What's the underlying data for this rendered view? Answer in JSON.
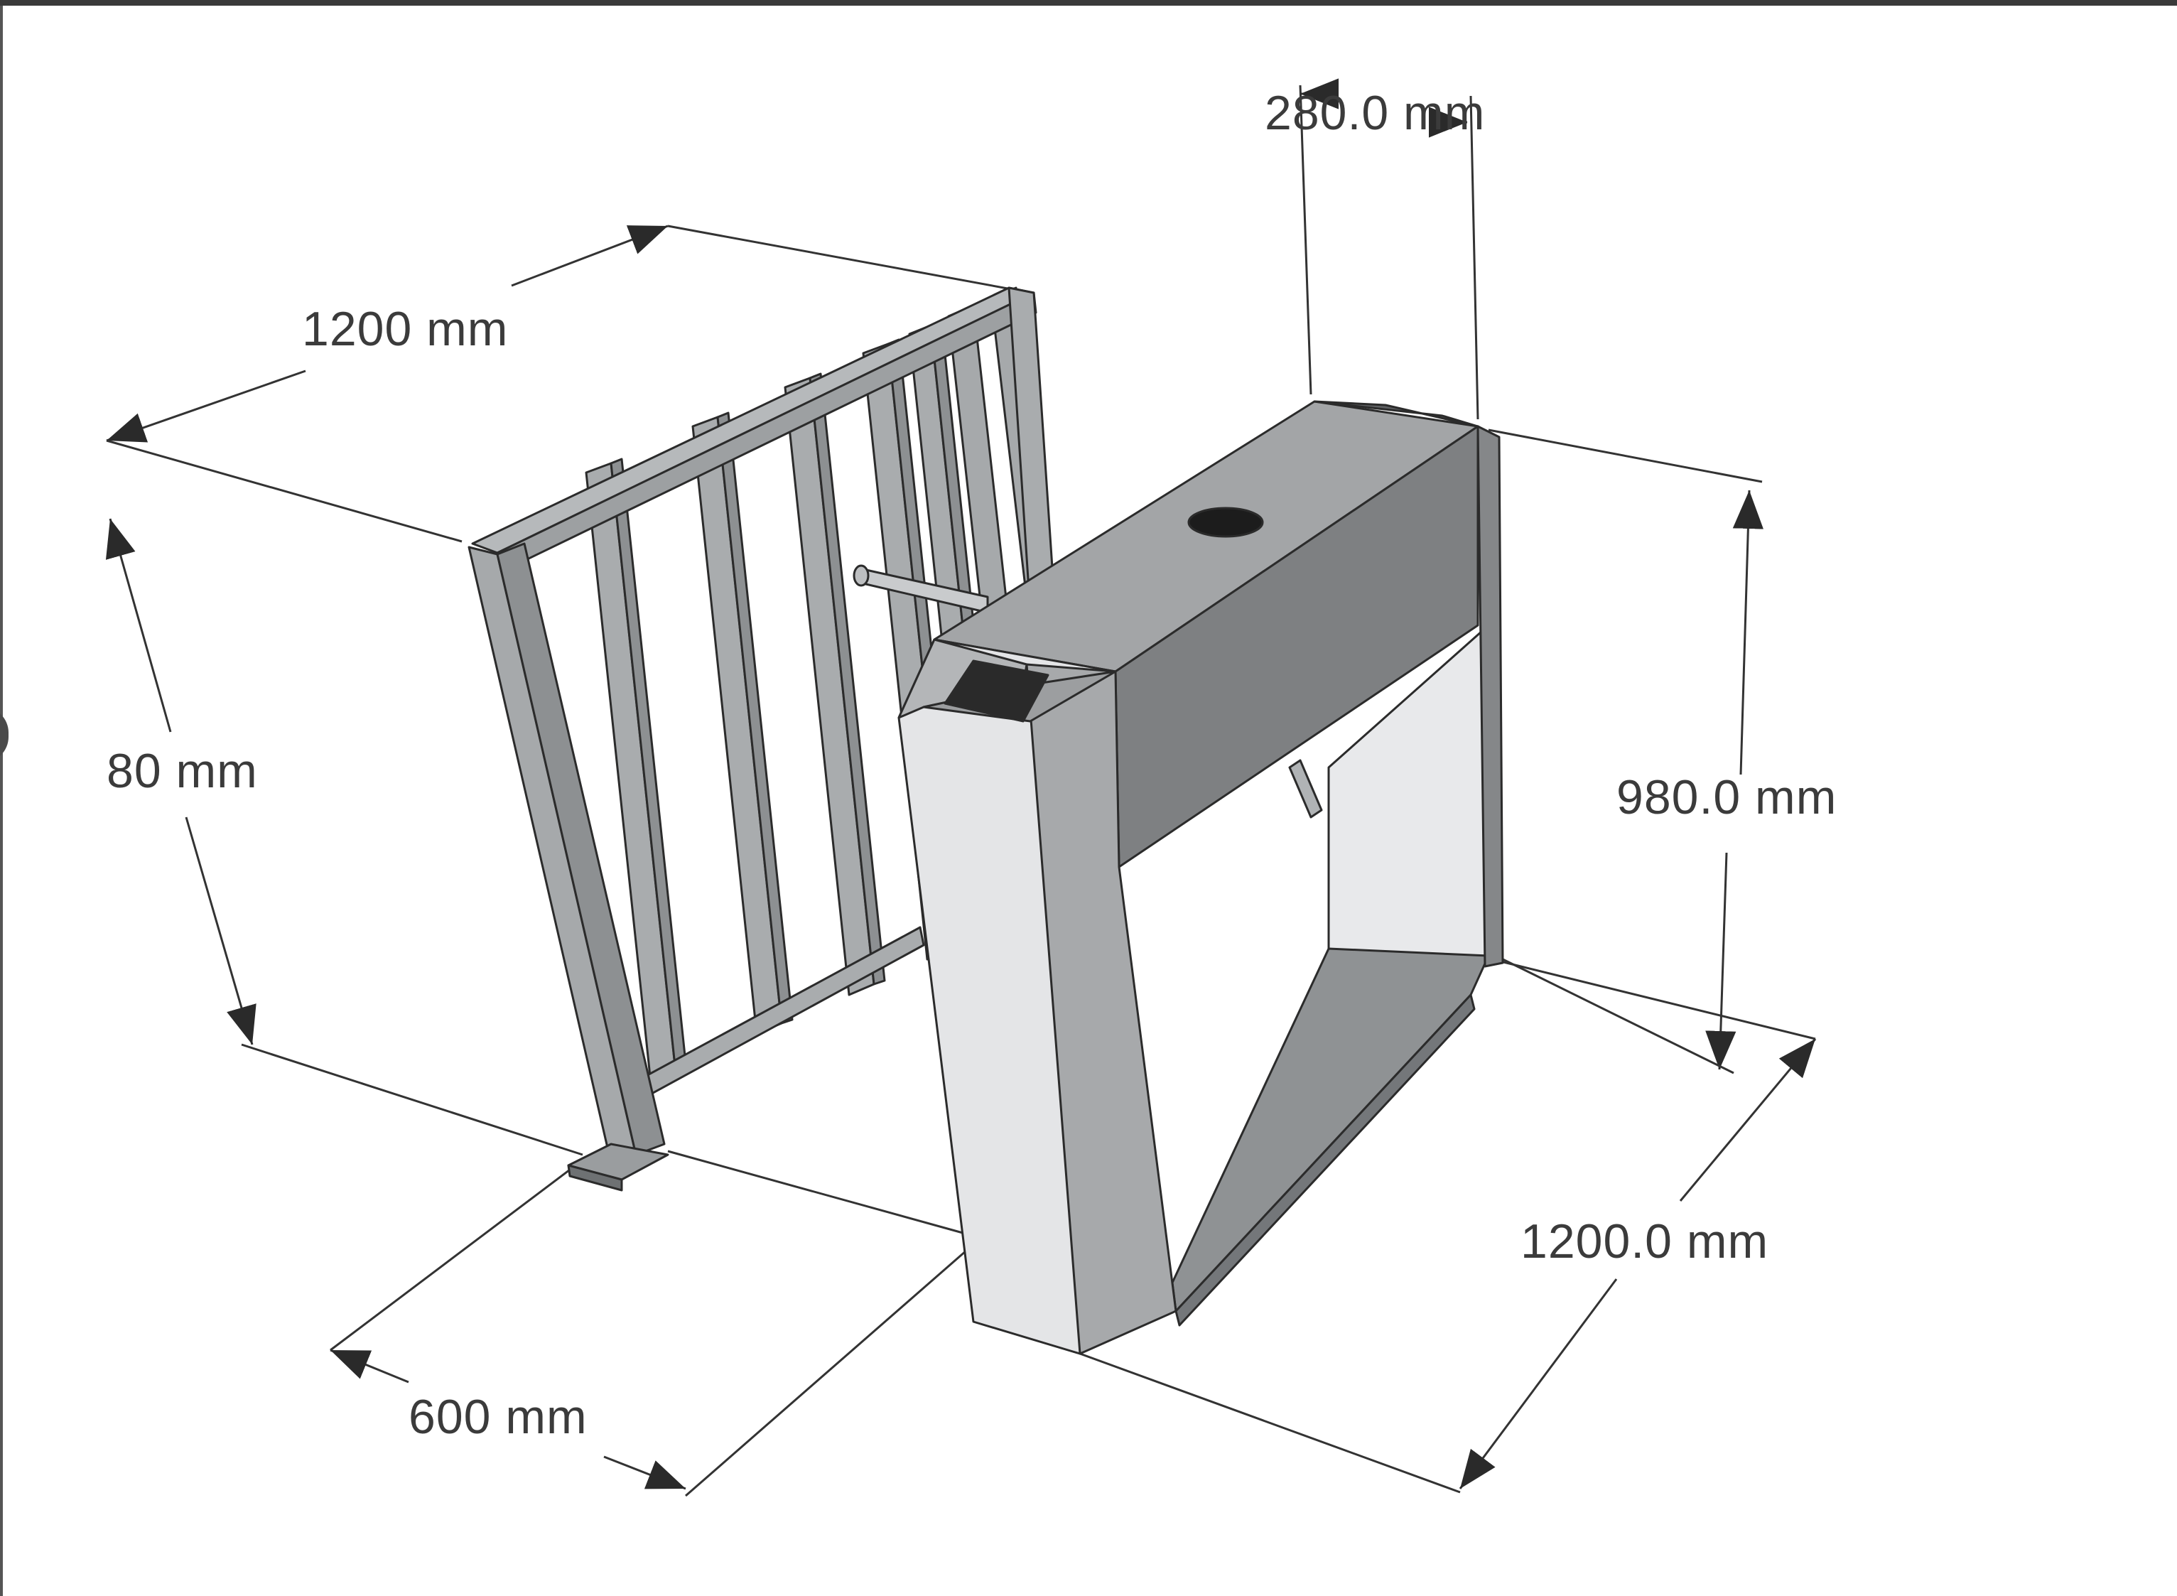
{
  "dimensions": {
    "gate_length": "1200 mm",
    "gate_height": "80 mm",
    "gate_depth": "600 mm",
    "top_width": "280.0 mm",
    "turnstile_height": "980.0 mm",
    "turnstile_length": "1200.0 mm"
  },
  "colors": {
    "frame_metal": "#a9acae",
    "frame_dark": "#8a8d8f",
    "cabinet_top": "#8e9092",
    "cabinet_side": "#7b7d7f",
    "cabinet_light": "#e6e7e9",
    "dimension_line": "#333333",
    "top_bar": "#3a3a3a"
  }
}
